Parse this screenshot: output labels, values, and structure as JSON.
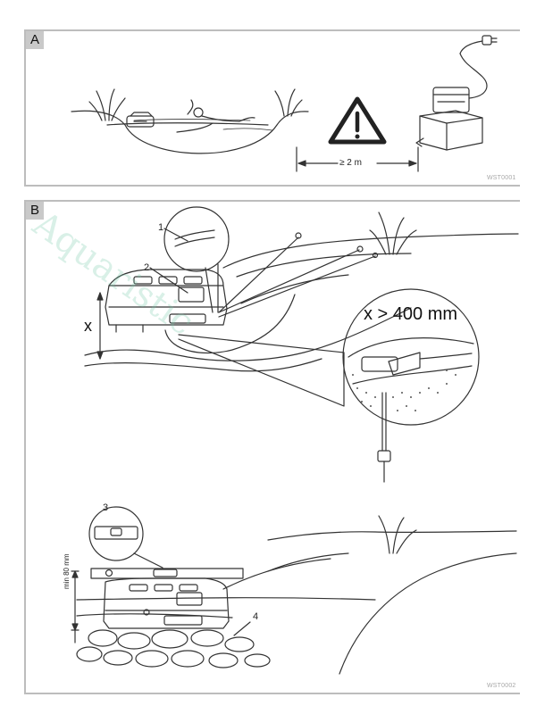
{
  "panel_a": {
    "label": "A",
    "distance_label": "≥ 2 m",
    "code": "WST0001"
  },
  "panel_b": {
    "label": "B",
    "callouts": [
      "1",
      "2",
      "3",
      "4"
    ],
    "height_symbol": "x",
    "depth_label": "x > 400 mm",
    "min_label": "min 80 mm",
    "code": "WST0002"
  },
  "watermark": "Aquaristic",
  "colors": {
    "line": "#333333",
    "panel_border": "#bdbdbd",
    "label_bg": "#c9c9c9",
    "watermark": "#78c8aa"
  }
}
